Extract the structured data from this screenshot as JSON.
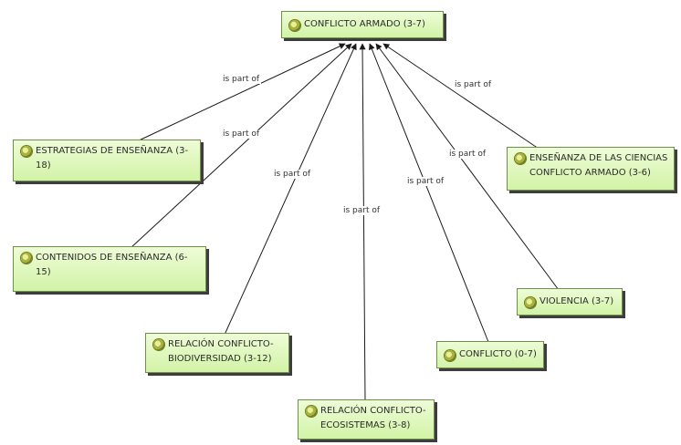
{
  "nodes": {
    "root": "CONFLICTO ARMADO (3-7)",
    "estrategias": "ESTRATEGIAS DE ENSEÑANZA (3-18)",
    "contenidos": "CONTENIDOS DE ENSEÑANZA (6-15)",
    "biodiversidad": "RELACIÓN CONFLICTO-BIODIVERSIDAD (3-12)",
    "ecosistemas": "RELACIÓN CONFLICTO-ECOSISTEMAS (3-8)",
    "conflicto": "CONFLICTO (0-7)",
    "violencia": "VIOLENCIA (3-7)",
    "ensenanza": "ENSEÑANZA DE LAS CIENCIAS CONFLICTO ARMADO (3-6)"
  },
  "edges": {
    "estrategias": "is part of",
    "contenidos": "is part of",
    "biodiversidad": "is part of",
    "ecosistemas": "is part of",
    "conflicto": "is part of",
    "violencia": "is part of",
    "ensenanza": "is part of"
  }
}
